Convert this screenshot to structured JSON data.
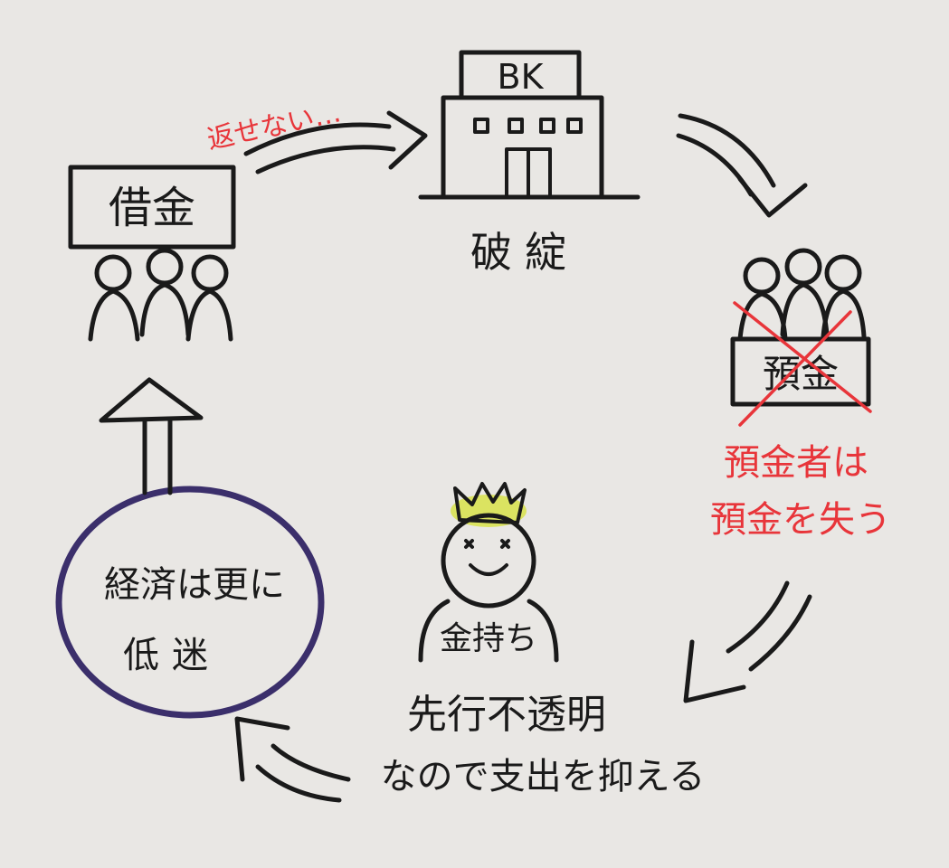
{
  "diagram": {
    "loan_label": "借金",
    "cannot_repay_label": "返せない…",
    "bank_sign": "BK",
    "bankruptcy_label": "破綻",
    "deposit_label": "預金",
    "depositor_loss_line1": "預金者は",
    "depositor_loss_line2": "預金を失う",
    "rich_label": "金持ち",
    "uncertainty_line1": "先行不透明",
    "uncertainty_line2": "なので支出を抑える",
    "economy_line1": "経済は更に",
    "economy_line2": "低迷",
    "colors": {
      "ink": "#1a1a1a",
      "red": "#e8353a",
      "purple": "#3b2f6b",
      "crown_highlight": "#d8e24a",
      "paper": "#e9e7e4"
    }
  }
}
